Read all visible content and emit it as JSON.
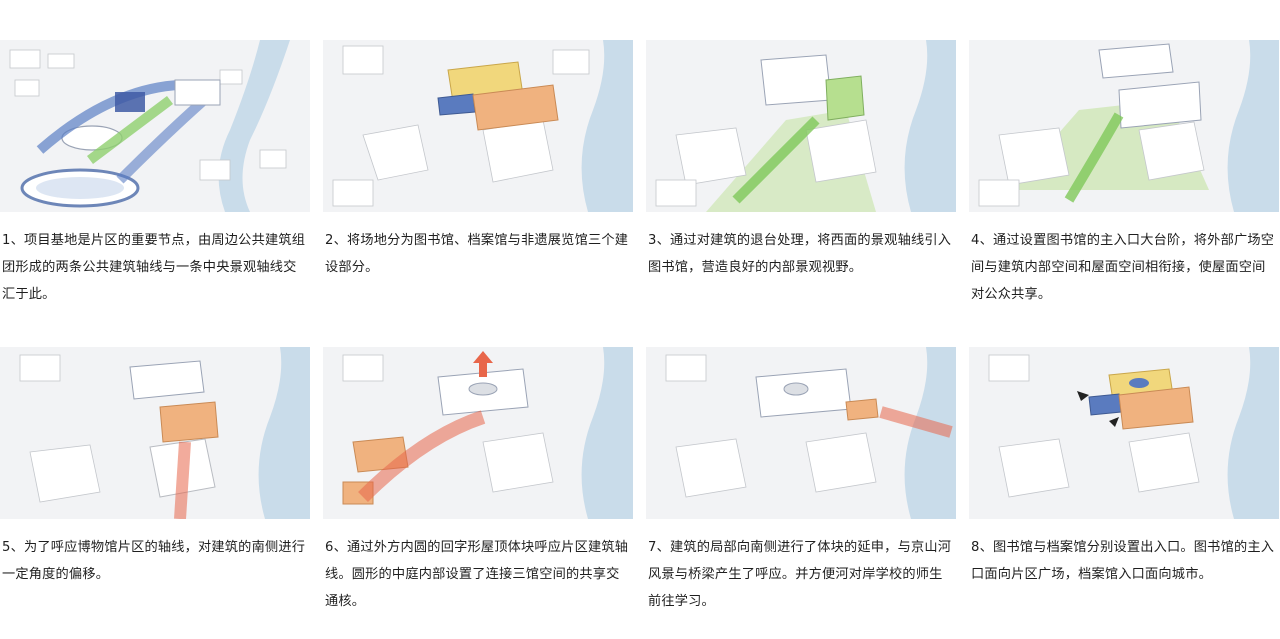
{
  "palette": {
    "ground": "#f2f3f5",
    "building": "#ffffff",
    "building_edge": "#b9bcc2",
    "river": "#c9dcea",
    "axis_blue": "#5b7fc4",
    "axis_green": "#8fcf6e",
    "library_yellow": "#f1d77c",
    "archive_blue": "#5a7bbf",
    "exhibit_orange": "#f0b27f",
    "axis_red": "#e8664a"
  },
  "steps": [
    {
      "caption": "1、项目基地是片区的重要节点，由周边公共建筑组团形成的两条公共建筑轴线与一条中央景观轴线交汇于此。",
      "icons": [
        "blue-axis-arrow-icon",
        "green-axis-arrow-icon",
        "stadium-icon"
      ]
    },
    {
      "caption": "2、将场地分为图书馆、档案馆与非遗展览馆三个建设部分。",
      "icons": [
        "library-block-icon",
        "archive-block-icon",
        "exhibition-block-icon"
      ]
    },
    {
      "caption": "3、通过对建筑的退台处理，将西面的景观轴线引入图书馆，营造良好的内部景观视野。",
      "icons": [
        "terrace-icon",
        "green-axis-arrow-icon"
      ]
    },
    {
      "caption": "4、通过设置图书馆的主入口大台阶，将外部广场空间与建筑内部空间和屋面空间相衔接，使屋面空间对公众共享。",
      "icons": [
        "plaza-icon",
        "green-axis-arrow-icon"
      ]
    },
    {
      "caption": "5、为了呼应博物馆片区的轴线，对建筑的南侧进行一定角度的偏移。",
      "icons": [
        "red-axis-arrow-icon"
      ]
    },
    {
      "caption": "6、通过外方内圆的回字形屋顶体块呼应片区建筑轴线。圆形的中庭内部设置了连接三馆空间的共享交通核。",
      "icons": [
        "red-axis-arrow-icon",
        "up-arrow-icon"
      ]
    },
    {
      "caption": "7、建筑的局部向南侧进行了体块的延申，与京山河风景与桥梁产生了呼应。并方便河对岸学校的师生前往学习。",
      "icons": [
        "red-axis-arrow-icon"
      ]
    },
    {
      "caption": "8、图书馆与档案馆分别设置出入口。图书馆的主入口面向片区广场，档案馆入口面向城市。",
      "icons": [
        "entrance-arrow-icon",
        "entrance-arrow-icon"
      ]
    }
  ]
}
